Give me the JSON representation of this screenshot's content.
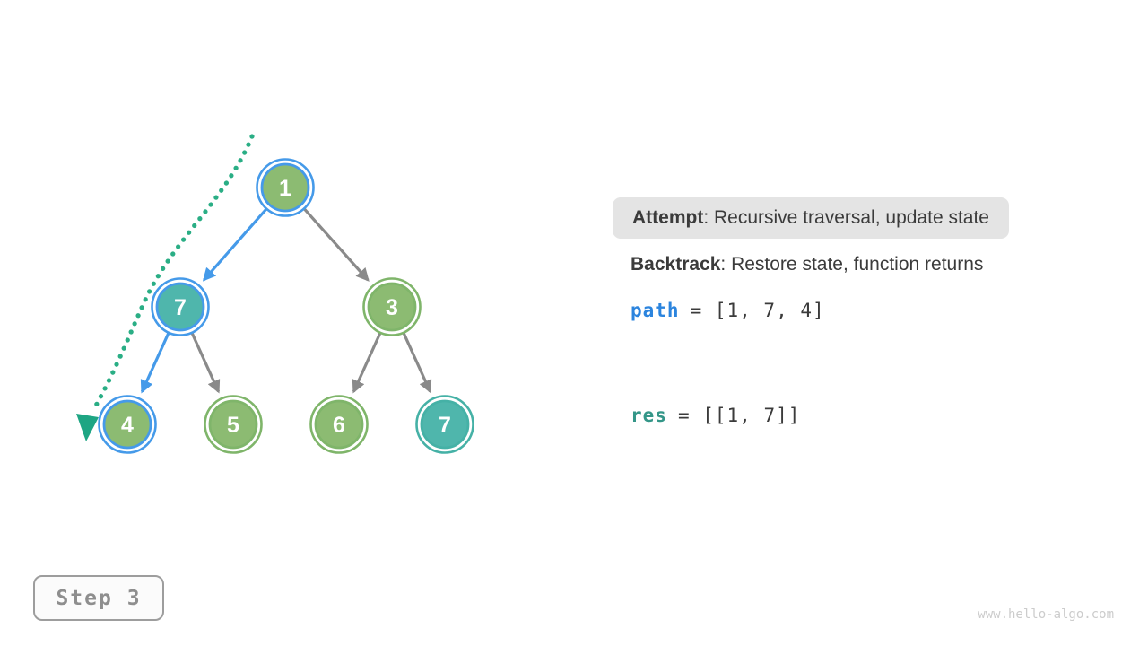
{
  "colors": {
    "node_green_fill": "#8cbb72",
    "node_green_ring": "#7fb56a",
    "node_teal_fill": "#4fb6ac",
    "node_teal_ring": "#45b1a6",
    "ring_blue": "#459ae9",
    "edge_blue": "#459ae9",
    "edge_gray": "#8a8a8a",
    "trace_emerald": "#2aae85",
    "trace_arrow": "#1ea583",
    "code_blue": "#2b84de",
    "code_teal": "#349688",
    "text_dark": "#3b3b3b",
    "highlight_bg": "#e4e4e4"
  },
  "tree": {
    "nodes": [
      {
        "value": "1",
        "fill": "green",
        "ring": "blue",
        "role": "root, on current path"
      },
      {
        "value": "7",
        "fill": "teal",
        "ring": "blue",
        "role": "left child, on current path, in result"
      },
      {
        "value": "3",
        "fill": "green",
        "ring": "green",
        "role": "right child, unvisited"
      },
      {
        "value": "4",
        "fill": "green",
        "ring": "blue",
        "role": "current node, on current path"
      },
      {
        "value": "5",
        "fill": "green",
        "ring": "green",
        "role": "leaf, unvisited"
      },
      {
        "value": "6",
        "fill": "green",
        "ring": "green",
        "role": "leaf, unvisited"
      },
      {
        "value": "7",
        "fill": "teal",
        "ring": "teal",
        "role": "leaf, matches target"
      }
    ],
    "edges": [
      {
        "from": "1",
        "to": "7",
        "style": "blue-active"
      },
      {
        "from": "1",
        "to": "3",
        "style": "gray"
      },
      {
        "from": "7",
        "to": "4",
        "style": "blue-active"
      },
      {
        "from": "7",
        "to": "5",
        "style": "gray"
      },
      {
        "from": "3",
        "to": "6",
        "style": "gray"
      },
      {
        "from": "3",
        "to": "7",
        "style": "gray"
      }
    ],
    "trace": "dotted emerald curve with arrowhead following path 1 -> 7 -> 4"
  },
  "legend": {
    "attempt_label": "Attempt",
    "attempt_text": ": Recursive traversal, update state",
    "backtrack_label": "Backtrack",
    "backtrack_text": ": Restore state, function returns"
  },
  "state": {
    "path_var": "path",
    "path_value": "= [1, 7, 4]",
    "res_var": "res",
    "res_value": "= [[1, 7]]"
  },
  "step": {
    "label": "Step 3"
  },
  "watermark": "www.hello-algo.com"
}
